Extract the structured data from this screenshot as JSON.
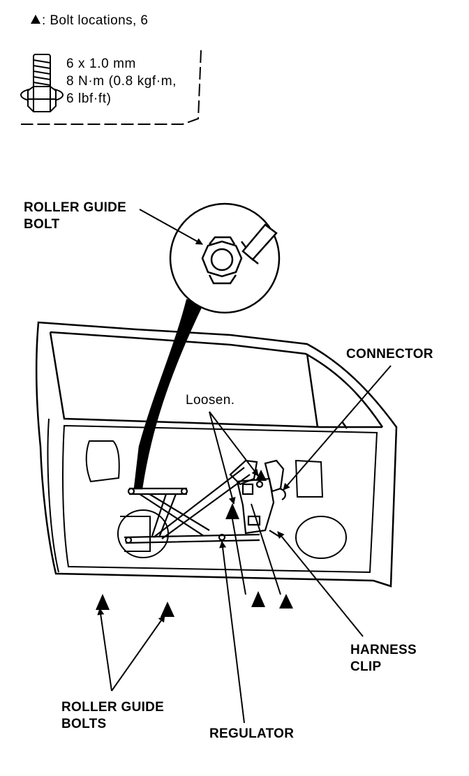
{
  "legend": {
    "symbol_text": ": Bolt locations, 6",
    "spec_line1": "6 x 1.0 mm",
    "spec_line2": "8 N·m (0.8 kgf·m,",
    "spec_line3": "6 lbf·ft)"
  },
  "labels": {
    "roller_guide_bolt_1": "ROLLER GUIDE",
    "roller_guide_bolt_2": "BOLT",
    "connector": "CONNECTOR",
    "loosen": "Loosen.",
    "harness_clip_1": "HARNESS",
    "harness_clip_2": "CLIP",
    "roller_guide_bolts_1": "ROLLER GUIDE",
    "roller_guide_bolts_2": "BOLTS",
    "regulator": "REGULATOR"
  }
}
